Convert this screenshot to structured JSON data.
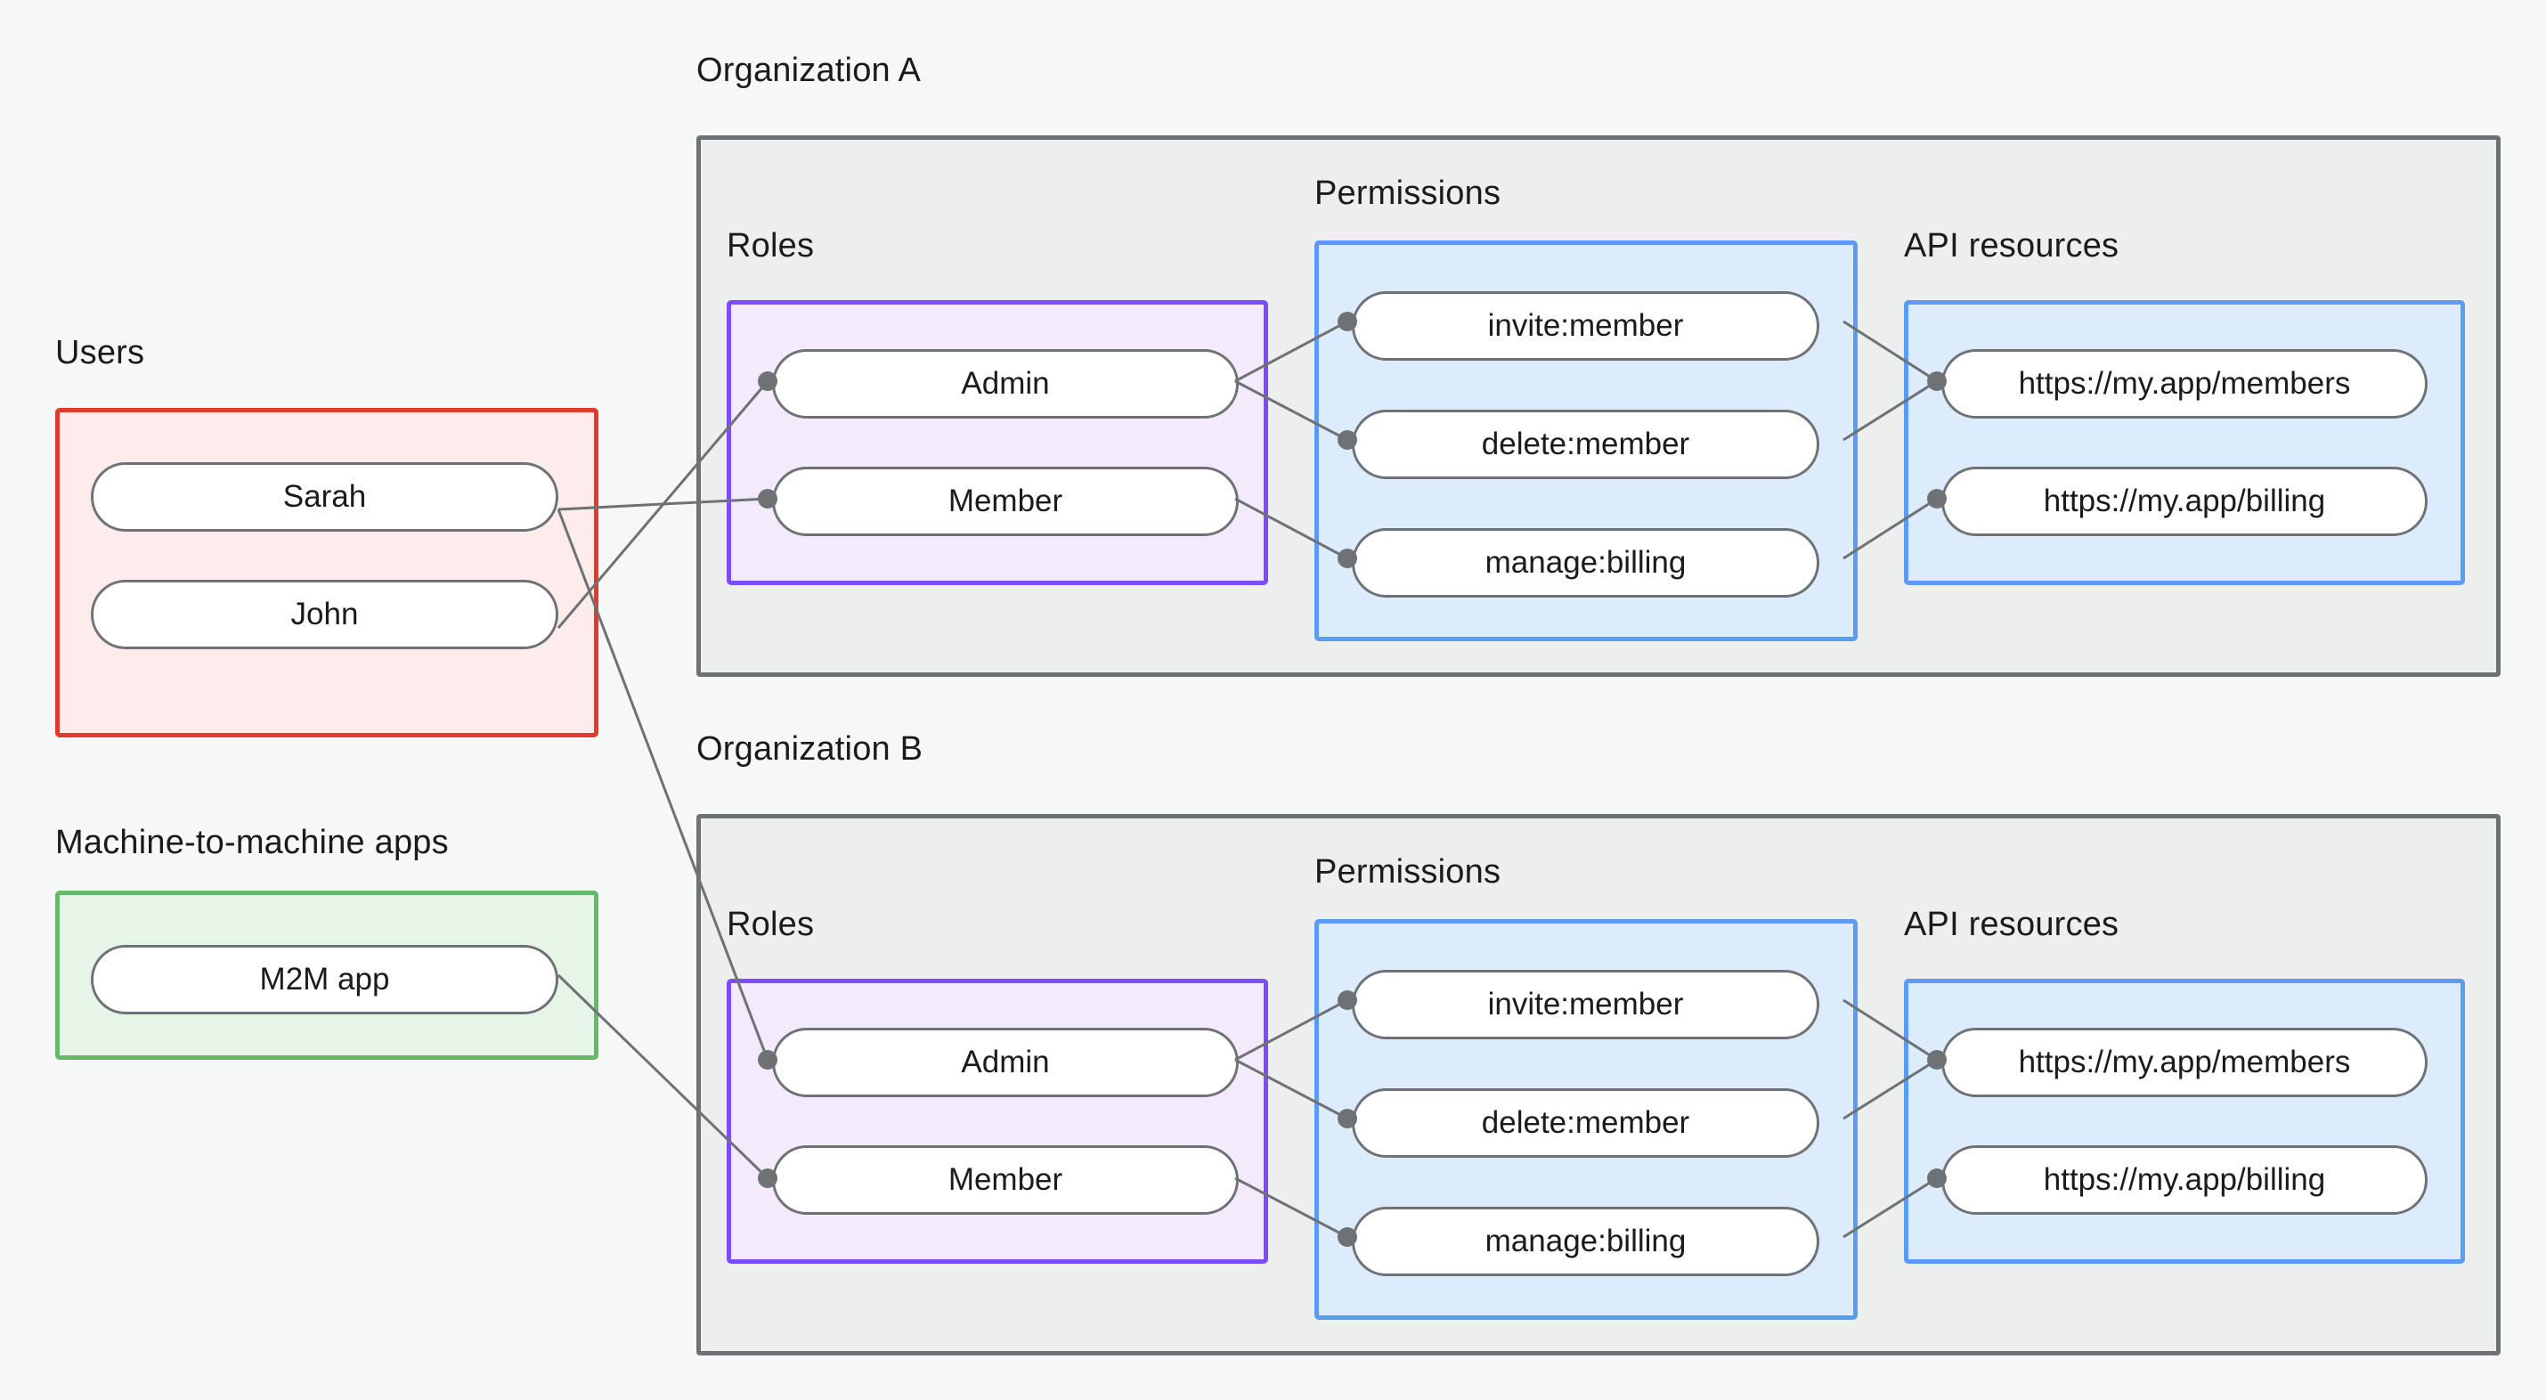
{
  "diagram": {
    "title_hidden": "Organization RBAC diagram",
    "background_color": "#f6f8f7"
  },
  "colors": {
    "users_border": "#e23b2e",
    "users_fill": "#fdeceb",
    "m2m_border": "#63ba6b",
    "m2m_fill": "#e7f5e9",
    "roles_border": "#7c4dff",
    "roles_fill": "#f3eafc",
    "permissions_border": "#5b9bf5",
    "permissions_fill": "#ddecfd",
    "api_border": "#5b9bf5",
    "api_fill": "#ddecfd",
    "org_border": "#6e7275",
    "org_fill": "#edeeee",
    "node_border": "#6e7275",
    "node_fill": "#ffffff",
    "edge": "#6e7275"
  },
  "labels": {
    "users": "Users",
    "m2m_apps": "Machine-to-machine apps",
    "org_a": "Organization A",
    "org_b": "Organization B",
    "roles_a": "Roles",
    "roles_b": "Roles",
    "permissions_a": "Permissions",
    "permissions_b": "Permissions",
    "api_resources_a": "API resources",
    "api_resources_b": "API resources"
  },
  "users": {
    "items": [
      {
        "id": "sarah",
        "label": "Sarah"
      },
      {
        "id": "john",
        "label": "John"
      }
    ]
  },
  "m2m": {
    "items": [
      {
        "id": "m2m-app",
        "label": "M2M app"
      }
    ]
  },
  "org_a": {
    "roles": [
      {
        "id": "a-admin",
        "label": "Admin"
      },
      {
        "id": "a-member",
        "label": "Member"
      }
    ],
    "permissions": [
      {
        "id": "a-invite",
        "label": "invite:member"
      },
      {
        "id": "a-delete",
        "label": "delete:member"
      },
      {
        "id": "a-billing",
        "label": "manage:billing"
      }
    ],
    "api_resources": [
      {
        "id": "a-res-members",
        "label": "https://my.app/members"
      },
      {
        "id": "a-res-billing",
        "label": "https://my.app/billing"
      }
    ]
  },
  "org_b": {
    "roles": [
      {
        "id": "b-admin",
        "label": "Admin"
      },
      {
        "id": "b-member",
        "label": "Member"
      }
    ],
    "permissions": [
      {
        "id": "b-invite",
        "label": "invite:member"
      },
      {
        "id": "b-delete",
        "label": "delete:member"
      },
      {
        "id": "b-billing",
        "label": "manage:billing"
      }
    ],
    "api_resources": [
      {
        "id": "b-res-members",
        "label": "https://my.app/members"
      },
      {
        "id": "b-res-billing",
        "label": "https://my.app/billing"
      }
    ]
  },
  "connections": [
    {
      "from": "john",
      "to": "a-admin"
    },
    {
      "from": "sarah",
      "to": "a-member"
    },
    {
      "from": "sarah",
      "to": "b-admin"
    },
    {
      "from": "m2m-app",
      "to": "b-member"
    },
    {
      "from": "a-admin",
      "to": "a-invite"
    },
    {
      "from": "a-admin",
      "to": "a-delete"
    },
    {
      "from": "a-member",
      "to": "a-billing"
    },
    {
      "from": "a-invite",
      "to": "a-res-members"
    },
    {
      "from": "a-delete",
      "to": "a-res-members"
    },
    {
      "from": "a-billing",
      "to": "a-res-billing"
    },
    {
      "from": "b-admin",
      "to": "b-invite"
    },
    {
      "from": "b-admin",
      "to": "b-delete"
    },
    {
      "from": "b-member",
      "to": "b-billing"
    },
    {
      "from": "b-invite",
      "to": "b-res-members"
    },
    {
      "from": "b-delete",
      "to": "b-res-members"
    },
    {
      "from": "b-billing",
      "to": "b-res-billing"
    }
  ]
}
